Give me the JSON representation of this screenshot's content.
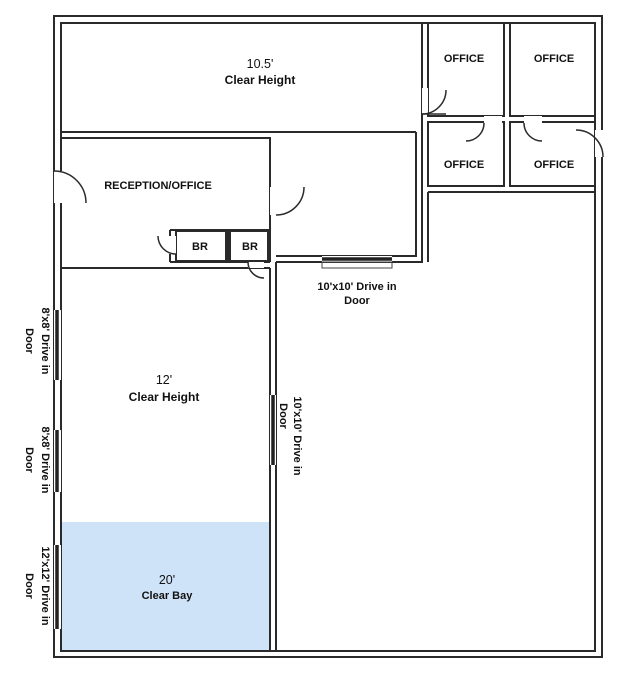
{
  "colors": {
    "wall": "#2a2a2a",
    "clear_bay_fill": "#cfe3f8",
    "background": "#ffffff"
  },
  "labels": {
    "warehouse_a_height": "10.5'",
    "warehouse_a_desc": "Clear Height",
    "office_1": "OFFICE",
    "office_2": "OFFICE",
    "office_3": "OFFICE",
    "office_4": "OFFICE",
    "reception": "RECEPTION/OFFICE",
    "br_1": "BR",
    "br_2": "BR",
    "drive_door_top_line1": "10'x10' Drive in",
    "drive_door_top_line2": "Door",
    "left_door_1_line1": "8'x8' Drive in",
    "left_door_1_line2": "Door",
    "left_door_2_line1": "8'x8' Drive in",
    "left_door_2_line2": "Door",
    "left_door_3_line1": "12'x12' Drive in",
    "left_door_3_line2": "Door",
    "mid_door_line1": "10'x10' Drive in",
    "mid_door_line2": "Door",
    "warehouse_b_height": "12'",
    "warehouse_b_desc": "Clear Height",
    "clear_bay_height": "20'",
    "clear_bay_desc": "Clear Bay"
  }
}
